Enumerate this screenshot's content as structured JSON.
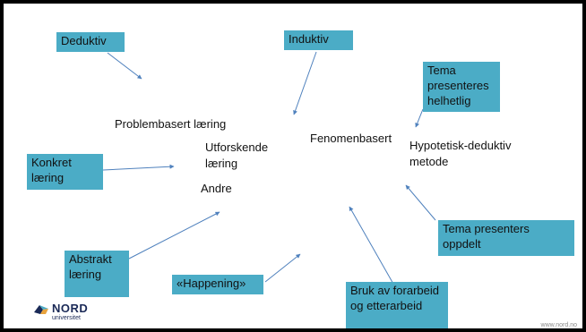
{
  "boxes": {
    "deduktiv": "Deduktiv",
    "induktiv": "Induktiv",
    "tema_helhetlig": "Tema presenteres helhetlig",
    "konkret": "Konkret læring",
    "tema_oppdelt": "Tema presenters oppdelt",
    "abstrakt": "Abstrakt læring",
    "happening": "«Happening»",
    "bruk_av": "Bruk av forarbeid og etterarbeid"
  },
  "terms": {
    "problembasert": "Problembasert læring",
    "utforskende": "Utforskende læring",
    "andre": "Andre",
    "fenomenbasert": "Fenomenbasert",
    "hypotetisk": "Hypotetisk-deduktiv metode"
  },
  "footer": {
    "logo_name": "NORD",
    "logo_sub": "universitet",
    "url": "www.nord.no"
  },
  "colors": {
    "box_fill": "#4bacc6",
    "arrow": "#4f81bd",
    "frame": "#000000"
  },
  "icons": {
    "logo": "nord-universitet-logo"
  }
}
